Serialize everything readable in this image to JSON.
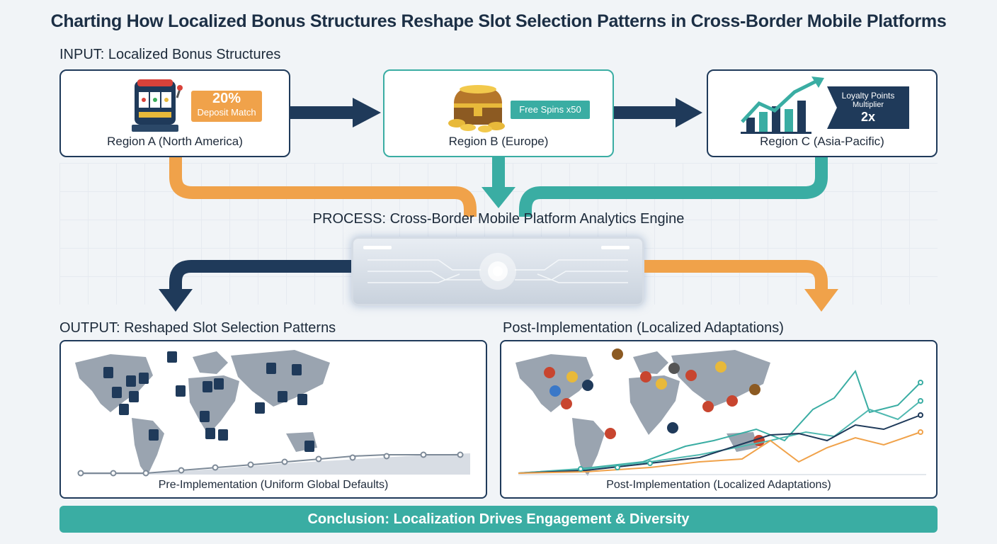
{
  "title": "Charting How Localized Bonus Structures Reshape Slot Selection Patterns in Cross-Border Mobile Platforms",
  "input": {
    "heading": "INPUT: Localized Bonus Structures",
    "regions": [
      {
        "caption": "Region A (North America)",
        "badge_line1": "20%",
        "badge_line2": "Deposit Match",
        "icon": "slot-machine-icon"
      },
      {
        "caption": "Region B (Europe)",
        "badge_line1": "Free Spins x50",
        "icon": "treasure-chest-icon"
      },
      {
        "caption": "Region C (Asia-Pacific)",
        "badge_line1": "Loyalty Points",
        "badge_line2": "Multiplier",
        "badge_line3": "2x",
        "icon": "growth-chart-icon"
      }
    ]
  },
  "process": {
    "heading": "PROCESS: Cross-Border Mobile Platform Analytics Engine"
  },
  "output": {
    "heading": "OUTPUT: Reshaped Slot Selection Patterns",
    "post_heading": "Post-Implementation (Localized Adaptations)",
    "pre_caption": "Pre-Implementation (Uniform Global Defaults)",
    "post_caption": "Post-Implementation (Localized Adaptations)"
  },
  "conclusion": "Conclusion: Localization Drives Engagement & Diversity",
  "colors": {
    "navy": "#1f3a5a",
    "orange": "#f0a24a",
    "teal": "#3aada3",
    "gold": "#e8b93a"
  }
}
